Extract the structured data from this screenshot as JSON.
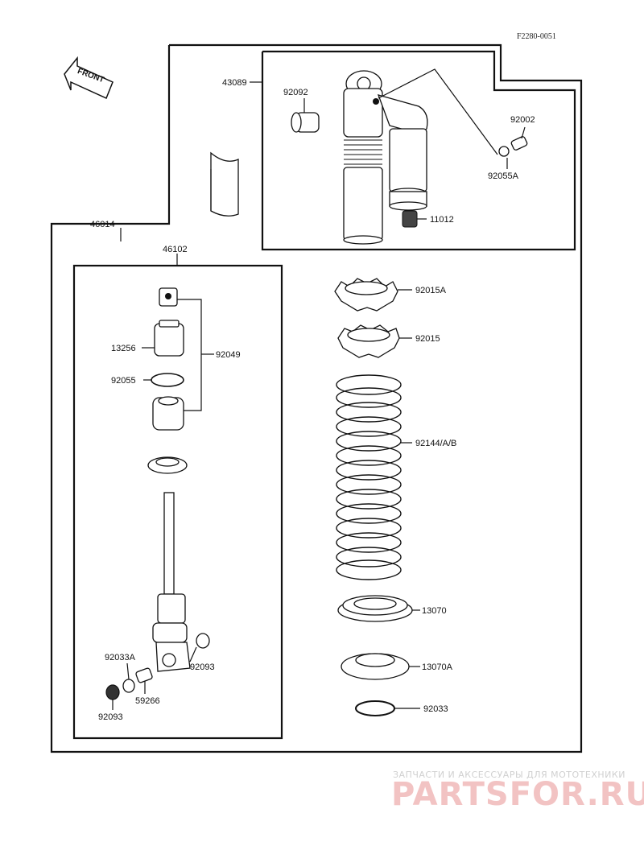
{
  "figure_code": "F2280-0051",
  "front_label": "FRONT",
  "labels": {
    "assy_frame": "46014",
    "upper_group": "43089",
    "lower_group": "46102",
    "p92092": "92092",
    "p92002": "92002",
    "p92055A": "92055A",
    "p11012": "11012",
    "p92015A": "92015A",
    "p92015": "92015",
    "p92144": "92144/A/B",
    "p13070": "13070",
    "p13070A": "13070A",
    "p92033": "92033",
    "p13256": "13256",
    "p92049": "92049",
    "p92055": "92055",
    "p92033A": "92033A",
    "p92093_right": "92093",
    "p59266": "59266",
    "p92093_left": "92093"
  },
  "watermark": {
    "tagline": "ЗАПЧАСТИ И АКСЕССУАРЫ ДЛЯ МОТОТЕХНИКИ",
    "logo": "PARTSFOR.RU"
  }
}
